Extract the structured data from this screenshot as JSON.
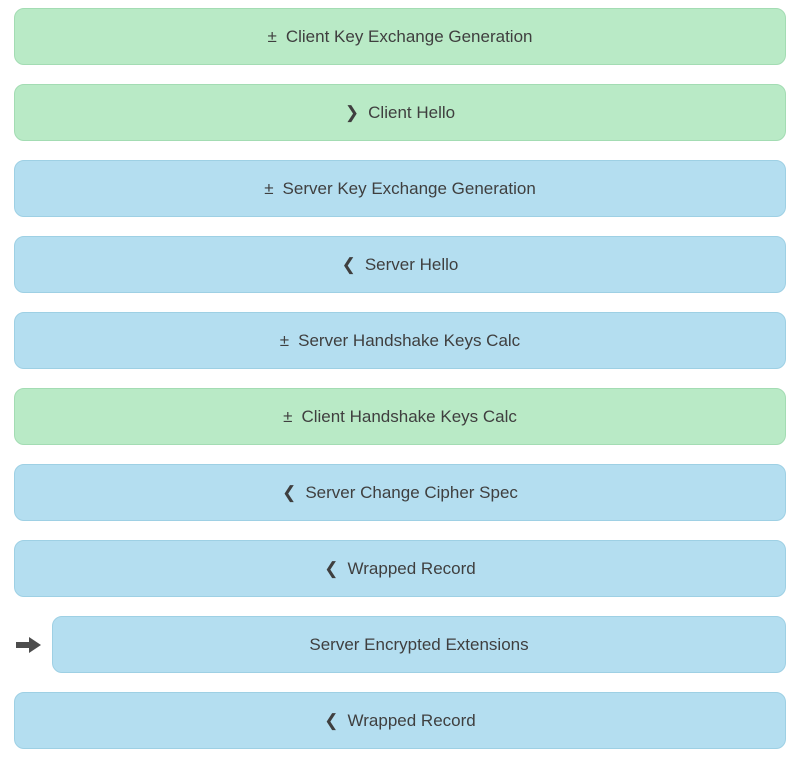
{
  "colors": {
    "page_bg": "#ffffff",
    "client_bg": "#b9eac6",
    "client_border": "#a3dcb3",
    "server_bg": "#b4def0",
    "server_border": "#9ed0e4",
    "text": "#3f3f3f",
    "arrow": "#4d4d4d"
  },
  "icons": {
    "current_record_pointer": "bold-right-arrow",
    "calc_step_toggle": "plus-minus",
    "client_to_server_glyph": "❯",
    "server_to_client_glyph": "❮"
  },
  "rows": [
    {
      "label": "Client Key Exchange Generation",
      "prefix": "±",
      "side": "client",
      "selected": false
    },
    {
      "label": "Client Hello",
      "prefix": "❯",
      "side": "client",
      "selected": false
    },
    {
      "label": "Server Key Exchange Generation",
      "prefix": "±",
      "side": "server",
      "selected": false
    },
    {
      "label": "Server Hello",
      "prefix": "❮",
      "side": "server",
      "selected": false
    },
    {
      "label": "Server Handshake Keys Calc",
      "prefix": "±",
      "side": "server",
      "selected": false
    },
    {
      "label": "Client Handshake Keys Calc",
      "prefix": "±",
      "side": "client",
      "selected": false
    },
    {
      "label": "Server Change Cipher Spec",
      "prefix": "❮",
      "side": "server",
      "selected": false
    },
    {
      "label": "Wrapped Record",
      "prefix": "❮",
      "side": "server",
      "selected": false
    },
    {
      "label": "Server Encrypted Extensions",
      "prefix": "",
      "side": "server",
      "selected": true
    },
    {
      "label": "Wrapped Record",
      "prefix": "❮",
      "side": "server",
      "selected": false
    }
  ]
}
